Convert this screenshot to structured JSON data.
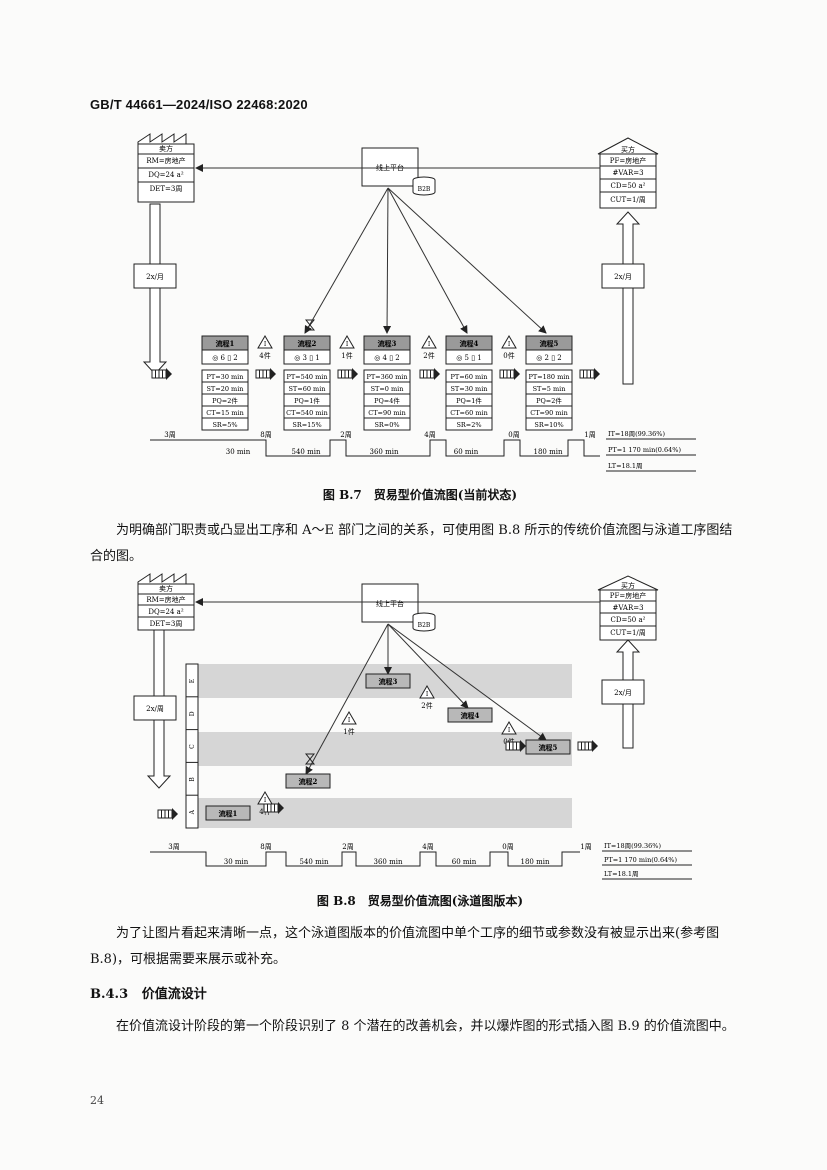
{
  "header": {
    "doc_code": "GB/T 44661—2024/ISO 22468:2020"
  },
  "fig7": {
    "supplier": {
      "title": "卖方",
      "rows": [
        "RM=房地产",
        "DQ=24 a²",
        "DET=3周"
      ]
    },
    "customer": {
      "title": "买方",
      "rows": [
        "PF=房地产",
        "#VAR=3",
        "CD=50 a²",
        "CUT=1/周"
      ]
    },
    "platform": {
      "label": "线上平台",
      "db": "B2B"
    },
    "left_freq": "2x/月",
    "right_freq": "2x/月",
    "processes": [
      {
        "name": "流程1",
        "ops": "6",
        "shift": "2",
        "params": [
          "PT=30 min",
          "ST=20 min",
          "PQ=2件",
          "CT=15 min",
          "SR=5%"
        ]
      },
      {
        "name": "流程2",
        "ops": "3",
        "shift": "1",
        "params": [
          "PT=540 min",
          "ST=60 min",
          "PQ=1件",
          "CT=540 min",
          "SR=15%"
        ]
      },
      {
        "name": "流程3",
        "ops": "4",
        "shift": "2",
        "params": [
          "PT=360 min",
          "ST=0 min",
          "PQ=4件",
          "CT=90 min",
          "SR=0%"
        ]
      },
      {
        "name": "流程4",
        "ops": "5",
        "shift": "1",
        "params": [
          "PT=60 min",
          "ST=30 min",
          "PQ=1件",
          "CT=60 min",
          "SR=2%"
        ]
      },
      {
        "name": "流程5",
        "ops": "2",
        "shift": "2",
        "params": [
          "PT=180 min",
          "ST=5 min",
          "PQ=2件",
          "CT=90 min",
          "SR=10%"
        ]
      }
    ],
    "inventories": [
      "4件",
      "1件",
      "2件",
      "0件"
    ],
    "timeline_waits": [
      "3周",
      "8周",
      "2周",
      "4周",
      "0周",
      "1周"
    ],
    "timeline_times": [
      "30 min",
      "540 min",
      "360 min",
      "60 min",
      "180 min"
    ],
    "summary": [
      "IT=18周(99.36%)",
      "PT=1 170 min(0.64%)",
      "LT=18.1周"
    ],
    "caption": "图 B.7　贸易型价值流图(当前状态)"
  },
  "para1": "为明确部门职责或凸显出工序和 A～E 部门之间的关系，可使用图 B.8 所示的传统价值流图与泳道工序图结合的图。",
  "fig8": {
    "supplier": {
      "title": "卖方",
      "rows": [
        "RM=房地产",
        "DQ=24 a²",
        "DET=3周"
      ]
    },
    "customer": {
      "title": "买方",
      "rows": [
        "PF=房地产",
        "#VAR=3",
        "CD=50 a²",
        "CUT=1/周"
      ]
    },
    "platform": {
      "label": "线上平台",
      "db": "B2B"
    },
    "left_freq": "2x/周",
    "right_freq": "2x/月",
    "lanes": [
      "E",
      "D",
      "C",
      "B",
      "A"
    ],
    "processes": [
      "流程1",
      "流程2",
      "流程3",
      "流程4",
      "流程5"
    ],
    "inventories": [
      "4件",
      "1件",
      "2件",
      "0件"
    ],
    "timeline_waits": [
      "3周",
      "8周",
      "2周",
      "4周",
      "0周",
      "1周"
    ],
    "timeline_times": [
      "30 min",
      "540 min",
      "360 min",
      "60 min",
      "180 min"
    ],
    "summary": [
      "IT=18周(99.36%)",
      "PT=1 170 min(0.64%)",
      "LT=18.1周"
    ],
    "caption": "图 B.8　贸易型价值流图(泳道图版本)"
  },
  "para2": "为了让图片看起来清晰一点，这个泳道图版本的价值流图中单个工序的细节或参数没有被显示出来(参考图 B.8)，可根据需要来展示或补充。",
  "section": {
    "number": "B.4.3",
    "title": "价值流设计"
  },
  "para3": "在价值流设计阶段的第一个阶段识别了 8 个潜在的改善机会，并以爆炸图的形式插入图 B.9 的价值流图中。",
  "page_number": "24"
}
